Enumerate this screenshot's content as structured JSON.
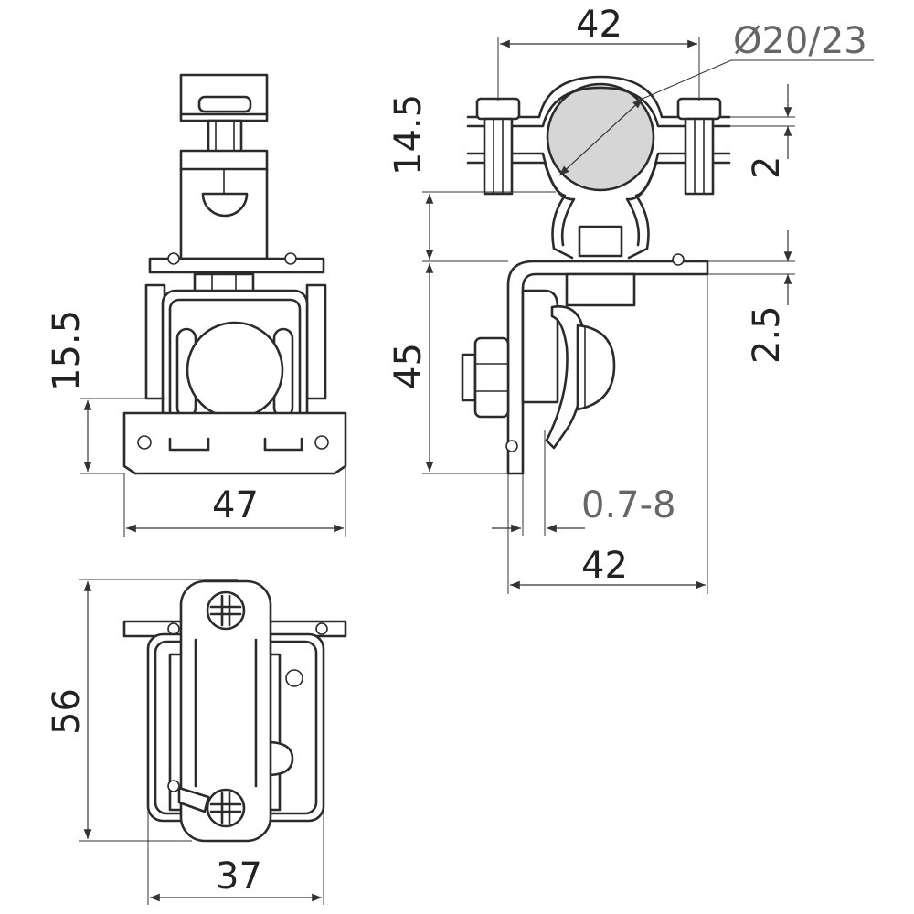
{
  "drawing": {
    "colors": {
      "line": "#2b2b2b",
      "pipe_fill": "#d6d6d6",
      "dimension": "#333333",
      "dimension_grey_text": "#666666"
    },
    "views": {
      "front": {
        "width_label": "47",
        "height_label": "15.5"
      },
      "side": {
        "clamp_width_label": "42",
        "pipe_diameter_label": "Ø20/23",
        "clamp_height_label": "14.5",
        "strap_thickness_label": "2",
        "bracket_thickness_label": "2.5",
        "body_height_label": "45",
        "clamping_range_label": "0.7-8",
        "base_width_label": "42"
      },
      "top": {
        "length_label": "56",
        "width_label": "37"
      }
    }
  }
}
